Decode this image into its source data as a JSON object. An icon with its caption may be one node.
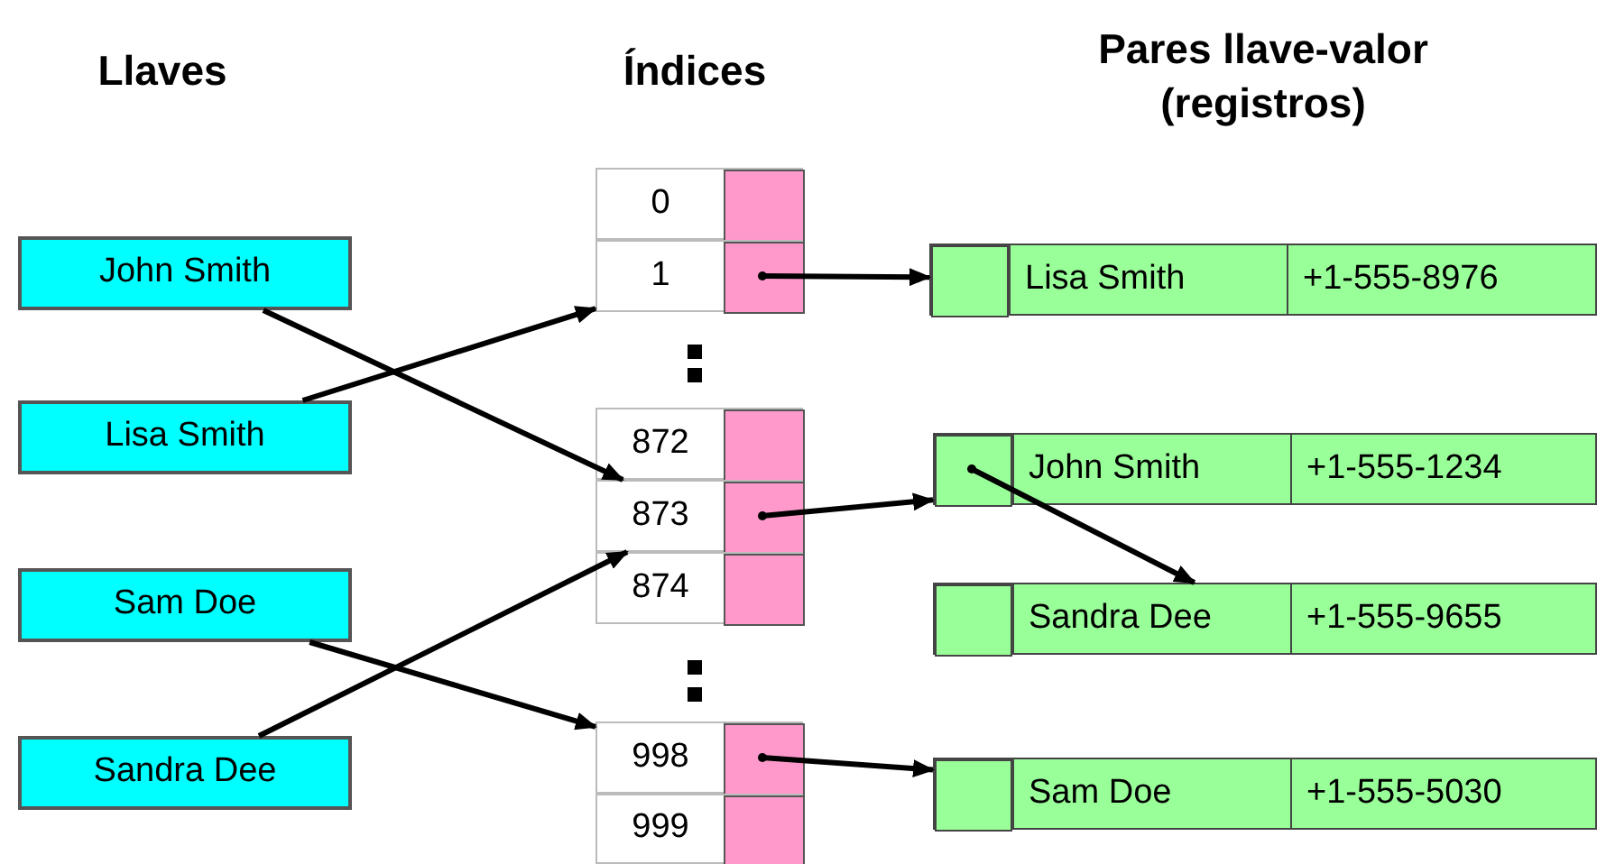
{
  "diagram": {
    "nodes": [
      {
        "text": [
          "John Smith"
        ]
      },
      {
        "text": [
          "Lisa Smith"
        ]
      },
      {
        "text": [
          "Sam Doe"
        ]
      },
      {
        "text": [
          "Sandra Dee"
        ]
      },
      {
        "text": [
          "0"
        ]
      },
      {
        "text": [],
        "shape": "box",
        "in": 4
      },
      {
        "text": [
          "1"
        ]
      },
      {
        "text": [],
        "shape": "box",
        "in": 6
      },
      {
        "text": [
          "872"
        ]
      },
      {
        "text": [],
        "shape": "box",
        "in": 8
      },
      {
        "text": [
          "873"
        ]
      },
      {
        "text": [],
        "shape": "box",
        "in": 10
      },
      {
        "text": [
          "874"
        ]
      },
      {
        "text": [],
        "shape": "box",
        "in": 12
      },
      {
        "text": [
          "998"
        ]
      },
      {
        "text": [],
        "shape": "box",
        "in": 14
      },
      {
        "text": [
          "999"
        ]
      },
      {
        "text": [],
        "shape": "box",
        "in": 16
      },
      {
        "text": [
          "Lisa Smith",
          "+1-555-8976"
        ]
      },
      {
        "text": [],
        "shape": "box",
        "in": 18
      },
      {
        "text": [
          "John Smith",
          "+1-555-1234"
        ]
      },
      {
        "text": [],
        "shape": "box",
        "in": 20
      },
      {
        "text": [
          "Sandra Dee",
          "+1-555-9655"
        ]
      },
      {
        "text": [],
        "shape": "box",
        "in": 22
      },
      {
        "text": [
          "Sam Doe",
          "+1-555-5030"
        ]
      },
      {
        "text": [],
        "shape": "box",
        "in": 24
      }
    ],
    "edges": [
      {
        "from": 0,
        "to": 10,
        "arrow": "to"
      },
      {
        "from": 1,
        "to": 6,
        "arrow": "to"
      },
      {
        "from": 2,
        "to": 14,
        "arrow": "to"
      },
      {
        "from": 3,
        "to": 10,
        "arrow": "to"
      },
      {
        "from": 7,
        "to": 18,
        "arrow": "to"
      },
      {
        "from": 11,
        "to": 20,
        "arrow": "to"
      },
      {
        "from": 15,
        "to": 24,
        "arrow": "to"
      },
      {
        "from": 21,
        "to": 22,
        "arrow": "to"
      }
    ],
    "labels": [
      "Llaves",
      "Índices",
      "Pares llave-valor (registros)"
    ]
  }
}
